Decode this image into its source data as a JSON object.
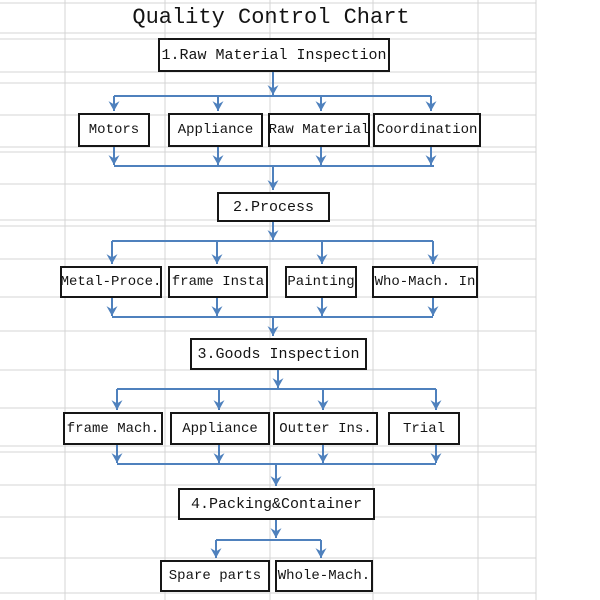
{
  "title": "Quality Control Chart",
  "colors": {
    "arrow_blue": "#4f81bd",
    "gridline_gray": "#d4d4d4",
    "box_border_black": "#161616",
    "text_black": "#141414",
    "background_white": "#ffffff"
  },
  "flowchart": {
    "stages": [
      {
        "label": "1.Raw Material Inspection",
        "children": [
          "Motors",
          "Appliance",
          "Raw Material",
          "Coordination"
        ]
      },
      {
        "label": "2.Process",
        "children": [
          "Metal-Proce.",
          "frame Insta",
          "Painting",
          "Who-Mach. In"
        ]
      },
      {
        "label": "3.Goods Inspection",
        "children": [
          "frame Mach.",
          "Appliance",
          "Outter Ins.",
          "Trial"
        ]
      },
      {
        "label": "4.Packing&Container",
        "children": [
          "Spare parts",
          "Whole-Mach."
        ]
      }
    ]
  }
}
